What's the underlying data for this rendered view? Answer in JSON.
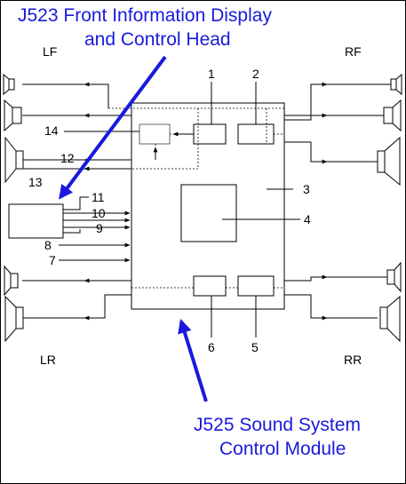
{
  "titles": {
    "top_line1": "J523 Front Information Display",
    "top_line2": "and Control Head",
    "bottom_line1": "J525 Sound System",
    "bottom_line2": "Control Module"
  },
  "speaker_labels": {
    "lf": "LF",
    "rf": "RF",
    "lr": "LR",
    "rr": "RR"
  },
  "callouts": {
    "n1": "1",
    "n2": "2",
    "n3": "3",
    "n4": "4",
    "n5": "5",
    "n6": "6",
    "n7": "7",
    "n8": "8",
    "n9": "9",
    "n10": "10",
    "n11": "11",
    "n12": "12",
    "n13": "13",
    "n14": "14"
  },
  "colors": {
    "annotation": "#1a1adc",
    "line": "#000000"
  }
}
